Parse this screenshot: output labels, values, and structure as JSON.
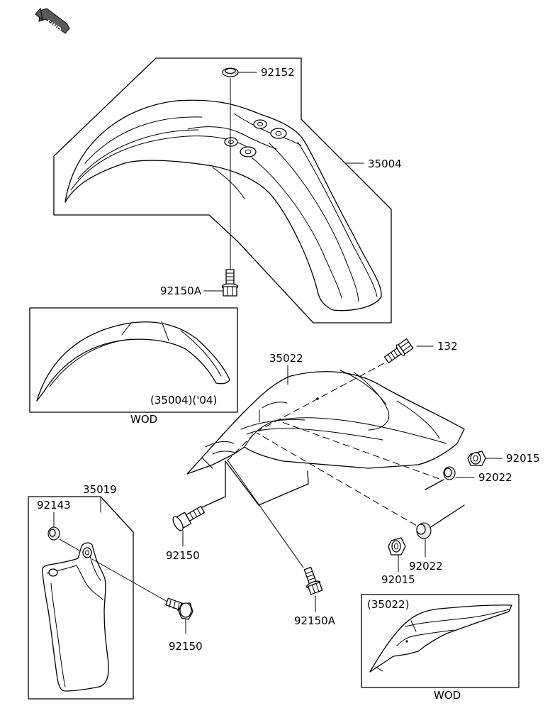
{
  "fwd_label": "FWD",
  "parts": {
    "p92152": "92152",
    "p35004": "35004",
    "p92150A_top": "92150A",
    "p132": "132",
    "p35022": "35022",
    "p92015_a": "92015",
    "p92022_a": "92022",
    "p92022_b": "92022",
    "p92015_b": "92015",
    "p92150_mid": "92150",
    "p92150A_bottom": "92150A",
    "p35019": "35019",
    "p92143": "92143",
    "p92150_bottom": "92150"
  },
  "insets": {
    "front_fender": {
      "caption": "(35004)('04)",
      "label": "WOD"
    },
    "rear_fender": {
      "caption": "(35022)",
      "label": "WOD"
    }
  }
}
